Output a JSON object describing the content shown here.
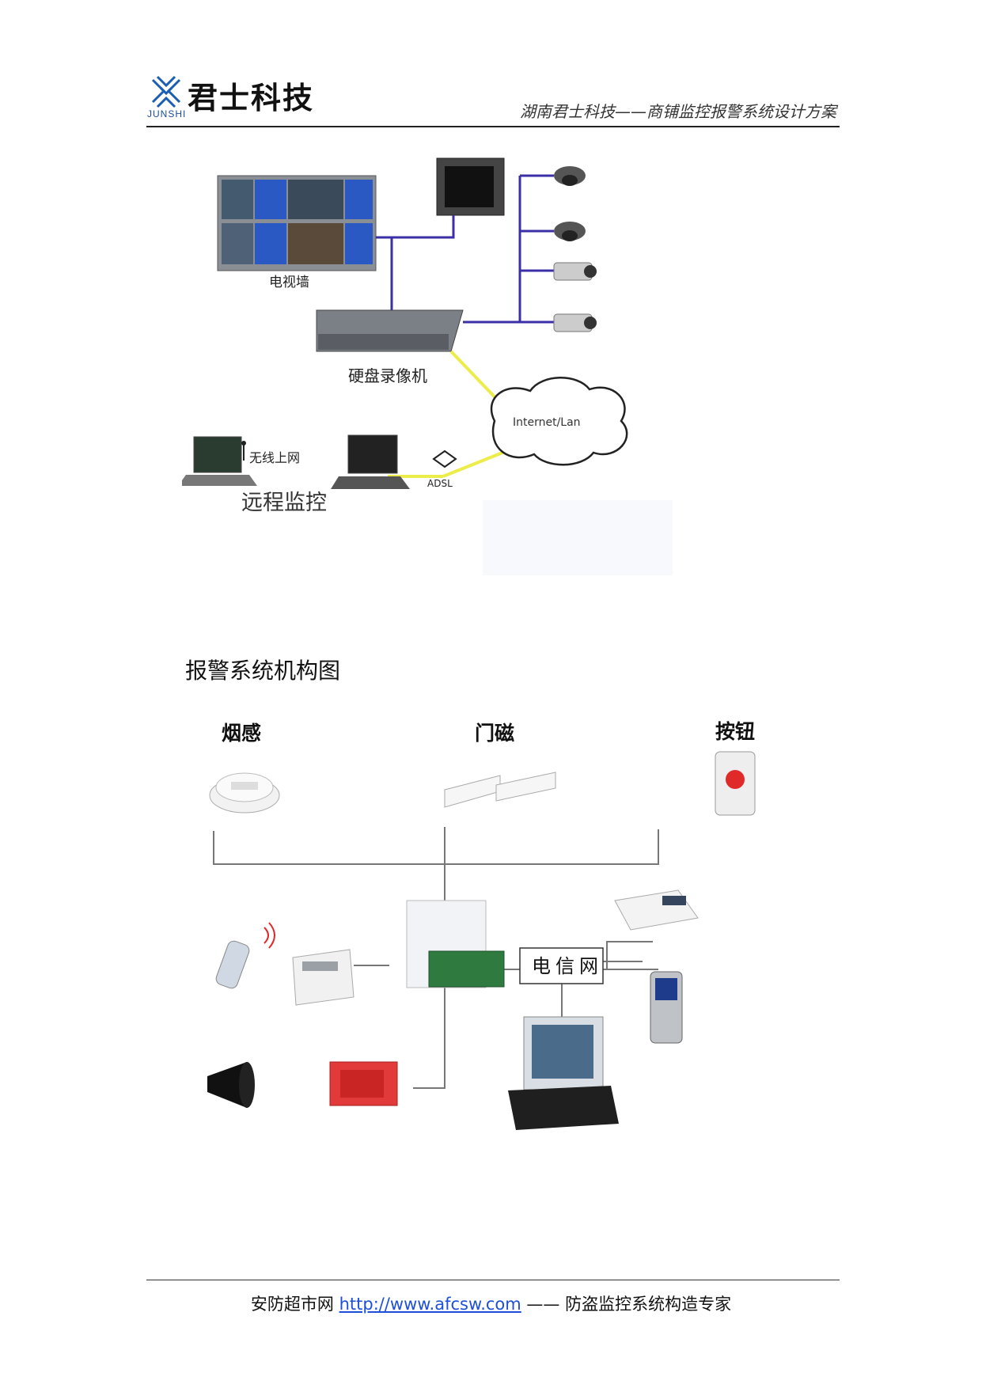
{
  "header": {
    "logo_cn": "君士科技",
    "logo_en": "JUNSHI",
    "title": "湖南君士科技——商铺监控报警系统设计方案"
  },
  "figure1": {
    "tv_wall_label": "电视墙",
    "dvr_label": "硬盘录像机",
    "cloud_label": "Internet/Lan",
    "wireless_label": "无线上网",
    "adsl_label": "ADSL",
    "remote_label": "远程监控"
  },
  "section": {
    "heading": "报警系统机构图"
  },
  "figure2": {
    "smoke_label": "烟感",
    "door_label": "门磁",
    "button_label": "按钮",
    "telecom_label": "电信网"
  },
  "footer": {
    "prefix": "安防超市网 ",
    "link_text": "http://www.afcsw.com",
    "suffix": " —— 防盗监控系统构造专家"
  }
}
